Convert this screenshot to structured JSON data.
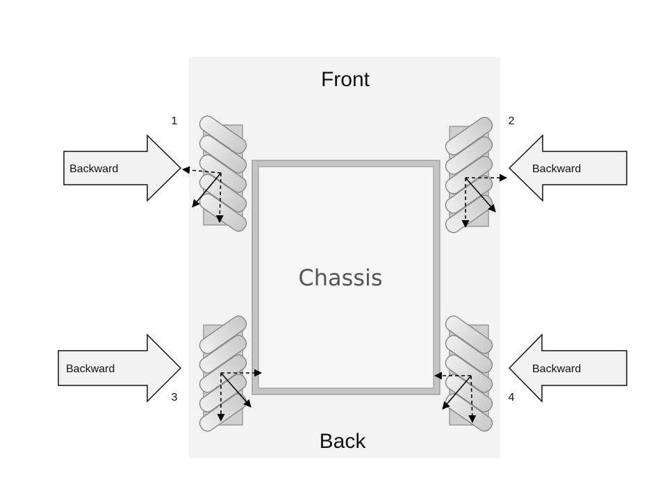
{
  "labels": {
    "front": "Front",
    "back": "Back",
    "chassis": "Chassis"
  },
  "wheels": [
    {
      "number": "1",
      "arrow_label": "Backward",
      "arrow_points": "right"
    },
    {
      "number": "2",
      "arrow_label": "Backward",
      "arrow_points": "left"
    },
    {
      "number": "3",
      "arrow_label": "Backward",
      "arrow_points": "right"
    },
    {
      "number": "4",
      "arrow_label": "Backward",
      "arrow_points": "left"
    }
  ],
  "colors": {
    "background_panel": "#f3f3f3",
    "chassis_frame": "#b5b5b5",
    "chassis_fill": "#f7f7f7",
    "roller_fill": "#e2e2e2",
    "roller_stroke": "#8a8a8a",
    "arrow_fill": "#f2f2f2",
    "arrow_stroke": "#111111"
  }
}
